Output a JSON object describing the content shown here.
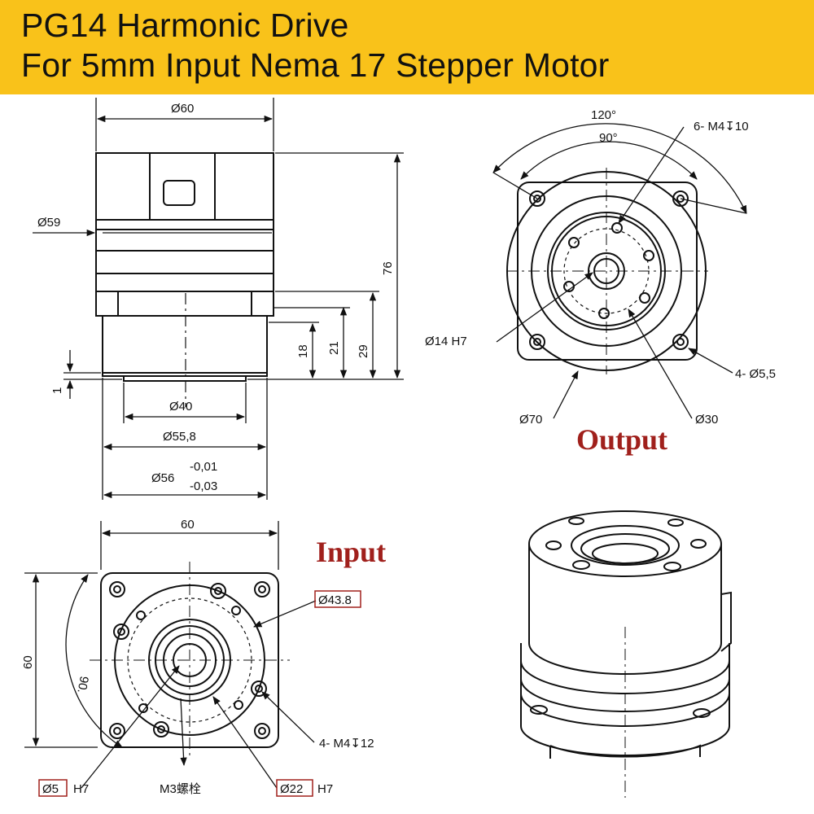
{
  "header": {
    "title_line1": "PG14 Harmonic Drive",
    "title_line2": "For 5mm Input Nema 17 Stepper Motor",
    "banner_color": "#f9c21a"
  },
  "side_view": {
    "d60": "Ø60",
    "d59": "Ø59",
    "h76": "76",
    "h29": "29",
    "h21": "21",
    "h18": "18",
    "h1": "1",
    "d40": "Ø40",
    "d55_8": "Ø55,8",
    "d56": "Ø56",
    "tol_upper": "-0,01",
    "tol_lower": "-0,03"
  },
  "output_view": {
    "label": "Output",
    "angle120": "120°",
    "angle90": "90°",
    "tapped_holes": "6- M4↧10",
    "bore": "Ø14  H7",
    "mount_holes": "4- Ø5,5",
    "pilot": "Ø70",
    "pcd": "Ø30"
  },
  "input_view": {
    "label": "Input",
    "width60": "60",
    "height60": "60",
    "diag90": "90.",
    "pcd_box": "Ø43.8",
    "tapped_holes": "4- M4↧12",
    "bore_box": "Ø5",
    "bore_h7": "H7",
    "screw": "M3螺栓",
    "pilot_box": "Ø22",
    "pilot_h7": "H7"
  },
  "colors": {
    "accent_text": "#a0201c",
    "box_border": "#a0201c",
    "line": "#111111"
  }
}
